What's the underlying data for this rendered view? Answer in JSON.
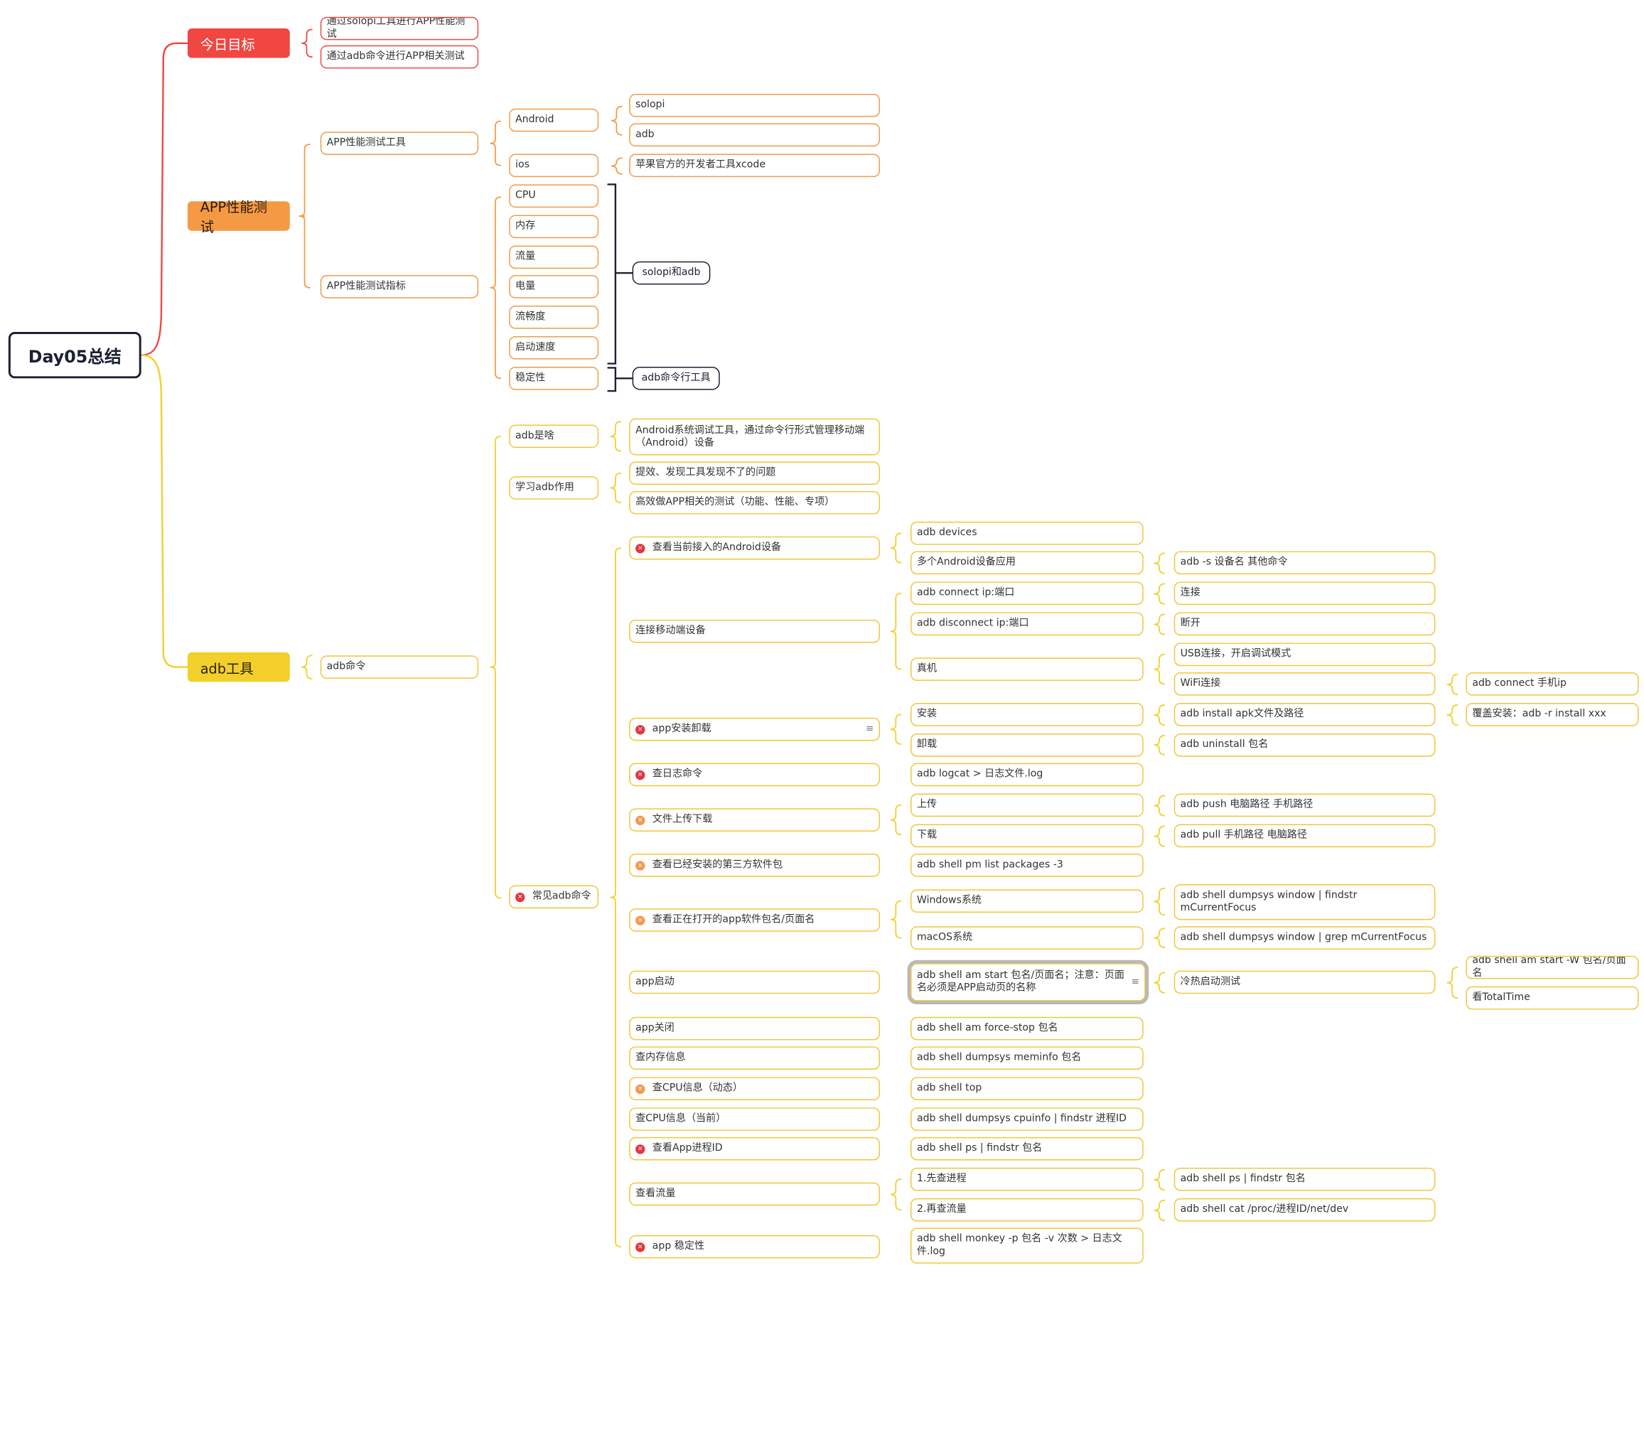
{
  "root": {
    "label": "Day05总结"
  },
  "main_topics": {
    "goal": "今日目标",
    "perf": "APP性能测试",
    "adb": "adb工具"
  },
  "goal": {
    "items": [
      "通过solopi工具进行APP性能测试",
      "通过adb命令进行APP相关测试"
    ]
  },
  "perf": {
    "tools": {
      "label": "APP性能测试工具",
      "android": {
        "label": "Android",
        "items": [
          "solopi",
          "adb"
        ]
      },
      "ios": {
        "label": "ios",
        "items": [
          "苹果官方的开发者工具xcode"
        ]
      }
    },
    "metrics": {
      "label": "APP性能测试指标",
      "items": [
        "CPU",
        "内存",
        "流量",
        "电量",
        "流畅度",
        "启动速度",
        "稳定性"
      ],
      "groups": [
        "solopi和adb",
        "adb命令行工具"
      ]
    }
  },
  "adb": {
    "command": "adb命令",
    "what": {
      "label": "adb是啥",
      "desc": "Android系统调试工具，通过命令行形式管理移动端（Android）设备"
    },
    "why": {
      "label": "学习adb作用",
      "items": [
        "提效、发现工具发现不了的问题",
        "高效做APP相关的测试（功能、性能、专项）"
      ]
    },
    "common": {
      "label": "常见adb命令",
      "devices": {
        "label": "查看当前接入的Android设备",
        "items": [
          "adb devices",
          "多个Android设备应用"
        ],
        "multi": "adb -s 设备名  其他命令"
      },
      "connect": {
        "label": "连接移动端设备",
        "items": [
          "adb connect ip:端口",
          "adb disconnect ip:端口",
          "真机"
        ],
        "connect_desc": "连接",
        "disconnect_desc": "断开",
        "real": [
          "USB连接，开启调试模式",
          "WiFi连接"
        ],
        "wifi": "adb  connect 手机ip"
      },
      "install": {
        "label": "app安装卸载",
        "items": [
          "安装",
          "卸载"
        ],
        "install_cmd": "adb install apk文件及路径",
        "cover": "覆盖安装：adb -r install xxx",
        "uninstall_cmd": "adb uninstall 包名"
      },
      "log": {
        "label": "查日志命令",
        "cmd": "adb  logcat  >  日志文件.log"
      },
      "file": {
        "label": "文件上传下载",
        "items": [
          "上传",
          "下载"
        ],
        "push": "adb push  电脑路径    手机路径",
        "pull": "adb pull  手机路径  电脑路径"
      },
      "packages": {
        "label": "查看已经安装的第三方软件包",
        "cmd": "adb shell pm list packages -3"
      },
      "focus": {
        "label": "查看正在打开的app软件包名/页面名",
        "items": [
          "Windows系统",
          "macOS系统"
        ],
        "win": "adb shell dumpsys window | findstr mCurrentFocus",
        "mac": "adb shell dumpsys window | grep  mCurrentFocus"
      },
      "start": {
        "label": "app启动",
        "cmd": "adb shell am start 包名/页面名；注意：页面名必须是APP启动页的名称",
        "test": "冷热启动测试",
        "items": [
          "adb shell am start  -W 包名/页面名",
          "看TotalTime"
        ]
      },
      "stop": {
        "label": "app关闭",
        "cmd": "adb shell am force-stop 包名"
      },
      "mem": {
        "label": "查内存信息",
        "cmd": "adb shell dumpsys  meminfo  包名"
      },
      "cpu_dyn": {
        "label": "查CPU信息（动态）",
        "cmd": "adb shell top"
      },
      "cpu_now": {
        "label": "查CPU信息（当前）",
        "cmd": "adb shell dumpsys cpuinfo  | findstr 进程ID"
      },
      "pid": {
        "label": "查看App进程ID",
        "cmd": "adb shell ps | findstr  包名"
      },
      "traffic": {
        "label": "查看流量",
        "items": [
          "1.先查进程",
          "2.再查流量"
        ],
        "ps": "adb shell ps | findstr  包名",
        "cat": "adb shell cat /proc/进程ID/net/dev"
      },
      "monkey": {
        "label": "app 稳定性",
        "cmd": "adb shell monkey  -p  包名  -v  次数 > 日志文件.log"
      }
    }
  },
  "colors": {
    "red": "#f04742",
    "orange": "#f49a45",
    "yellow": "#f2cf2a",
    "dark": "#1b2033"
  },
  "icons": {
    "marker_red": "x-circle-red-icon",
    "marker_orange": "x-circle-orange-icon",
    "note": "note-lines-icon"
  }
}
